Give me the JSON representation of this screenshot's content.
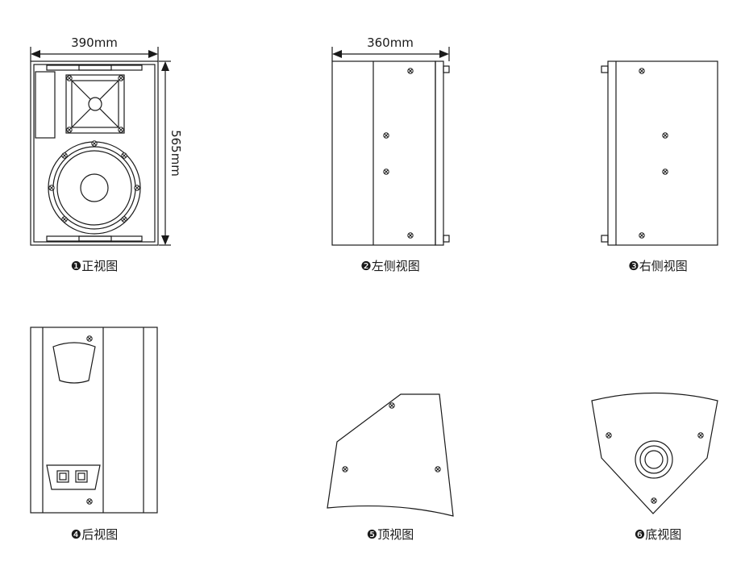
{
  "dimensions": {
    "front_width": "390mm",
    "front_height": "565mm",
    "side_depth": "360mm"
  },
  "captions": {
    "front": "❶正视图",
    "left": "❷左侧视图",
    "right": "❸右侧视图",
    "back": "❹后视图",
    "top": "❺顶视图",
    "bottom": "❻底视图"
  },
  "colors": {
    "line": "#1a1a1a",
    "background": "#ffffff"
  }
}
